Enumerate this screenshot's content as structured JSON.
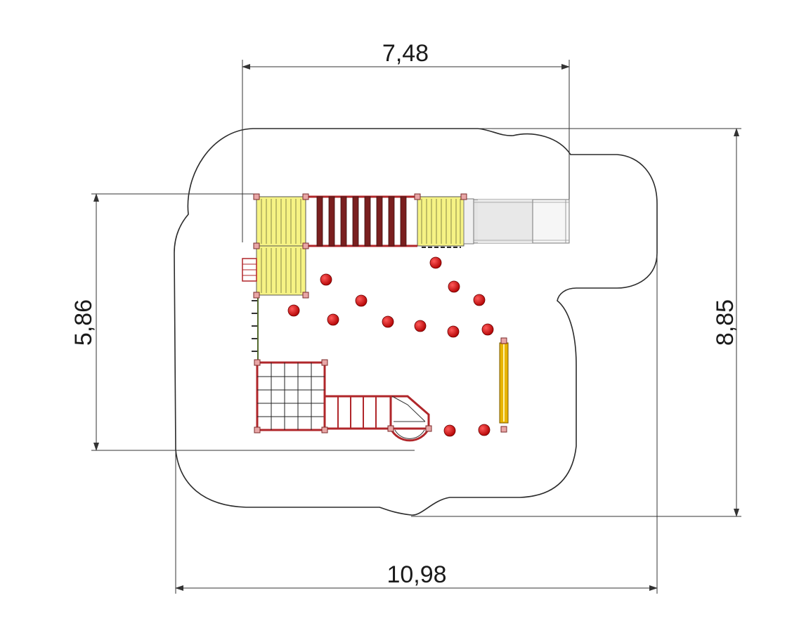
{
  "drawing": {
    "title": "",
    "dimensions": {
      "top_width": "7,48",
      "left_height": "5,86",
      "right_height": "8,85",
      "bottom_width": "10,98"
    }
  },
  "colors": {
    "frame": "#b0262a",
    "deck_yellow": "#f6f384",
    "post": "#e8a6a6",
    "ball": "#d40d0d",
    "slide": "#e8e8e8",
    "outline": "#2b2b2b",
    "dim_line": "#333333",
    "pole": "#e8b400"
  }
}
